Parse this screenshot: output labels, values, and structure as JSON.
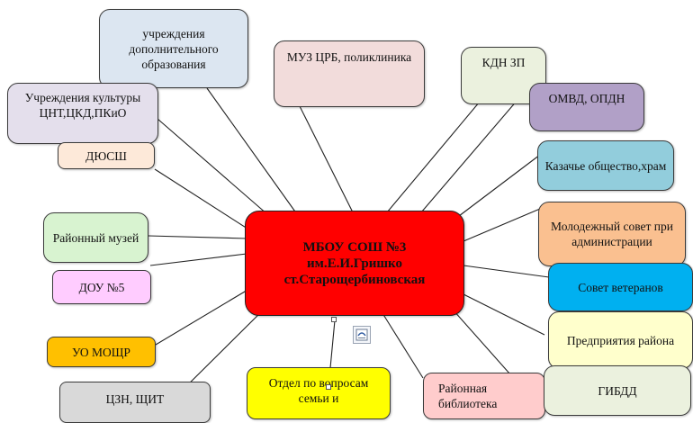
{
  "center": {
    "line1": "МБОУ СОШ №3",
    "line2": "им.Е.И.Гришко",
    "line3": "ст.Старощербиновская",
    "color": "#FF0000"
  },
  "nodes": [
    {
      "id": "dop-obr",
      "text": "учреждения дополнительного образования",
      "color": "#DCE6F1"
    },
    {
      "id": "muz-crb",
      "text": "МУЗ ЦРБ, поликлиника",
      "color": "#F2DCDB"
    },
    {
      "id": "kdn",
      "text": "КДН ЗП",
      "color": "#EBF1DE"
    },
    {
      "id": "kultura",
      "text": "Учреждения культуры ЦНТ,ЦКД,ПКиО",
      "color": "#E4DFEC"
    },
    {
      "id": "omvd",
      "text": "ОМВД, ОПДН",
      "color": "#B1A0C7"
    },
    {
      "id": "dyussh",
      "text": "ДЮСШ",
      "color": "#FDE9D9"
    },
    {
      "id": "kazak",
      "text": "Казачье общество,храм",
      "color": "#92CDDC"
    },
    {
      "id": "muzey",
      "text": "Районный музей",
      "color": "#D8F3D0"
    },
    {
      "id": "molod",
      "text": "Молодежный совет при администрации",
      "color": "#FAC090"
    },
    {
      "id": "dou",
      "text": "ДОУ №5",
      "color": "#FFCCFF"
    },
    {
      "id": "veterany",
      "text": "Совет ветеранов",
      "color": "#00B0F0"
    },
    {
      "id": "uo",
      "text": "УО МОЩР",
      "color": "#FFC000"
    },
    {
      "id": "predpr",
      "text": "Предприятия района",
      "color": "#FFFFCC"
    },
    {
      "id": "czn",
      "text": "ЦЗН, ЩИТ",
      "color": "#D9D9D9"
    },
    {
      "id": "otdel",
      "text": "Отдел по вопросам семьи и",
      "color": "#FFFF00"
    },
    {
      "id": "bibl",
      "text": "Районная библиотека",
      "color": "#FFCCCC"
    },
    {
      "id": "gibdd",
      "text": "ГИБДД",
      "color": "#EBF1DE"
    }
  ],
  "icons": {
    "anchor": "anchor-icon"
  }
}
